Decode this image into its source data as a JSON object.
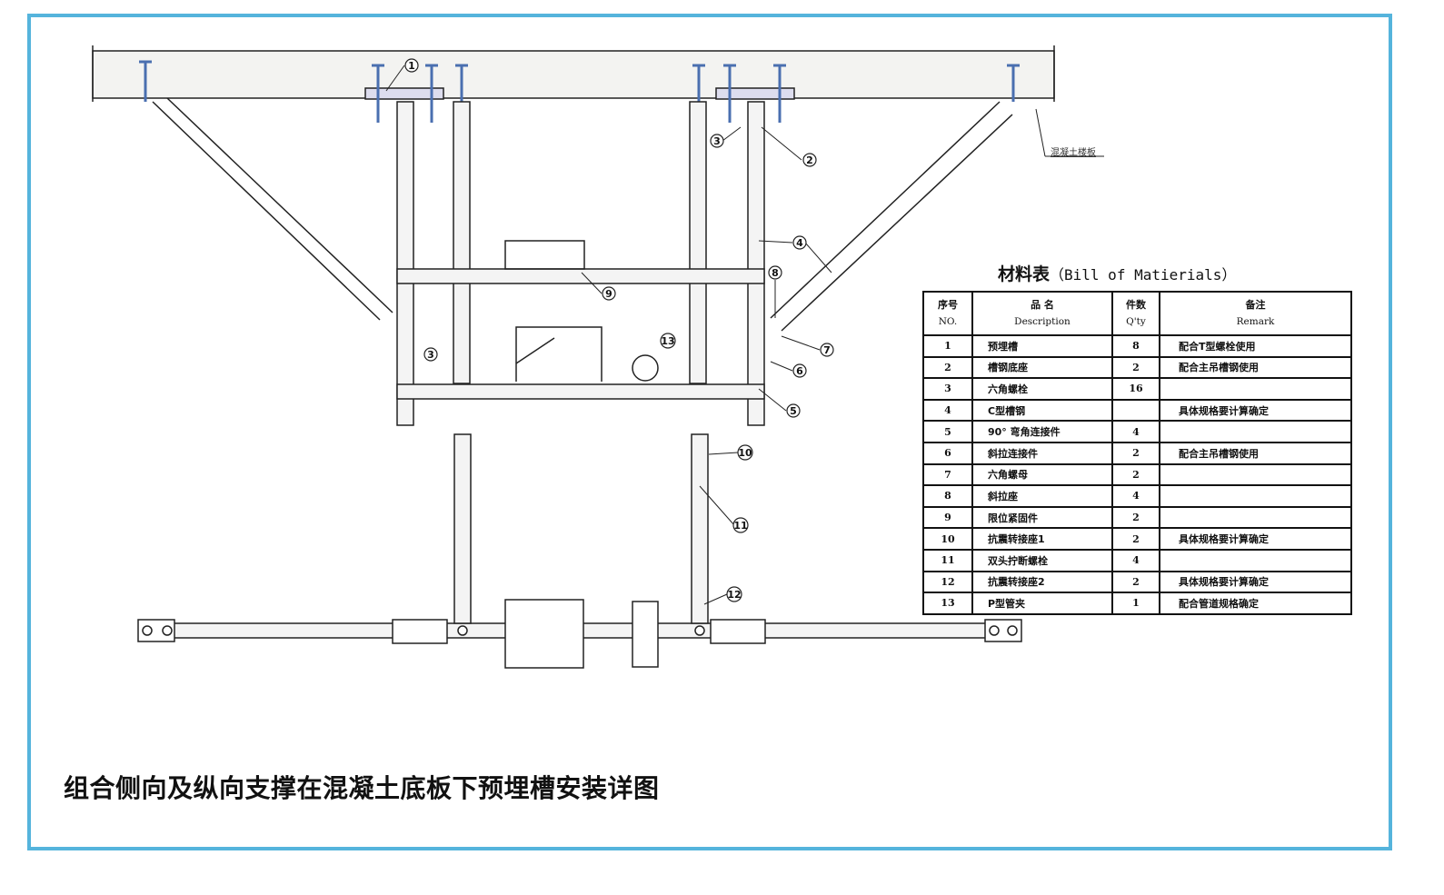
{
  "slab_label": "混凝土楼板",
  "callouts": [
    "1",
    "2",
    "3",
    "4",
    "5",
    "6",
    "7",
    "8",
    "9",
    "3",
    "13",
    "10",
    "11",
    "12"
  ],
  "bom": {
    "title_cn": "材料表",
    "title_en": "（Bill of Matierials）",
    "headers": {
      "no_cn": "序号",
      "no_en": "NO.",
      "desc_cn": "品 名",
      "desc_en": "Description",
      "qty_cn": "件数",
      "qty_en": "Q'ty",
      "remark_cn": "备注",
      "remark_en": "Remark"
    },
    "rows": [
      {
        "no": "1",
        "desc": "预埋槽",
        "qty": "8",
        "remark": "配合T型螺栓使用"
      },
      {
        "no": "2",
        "desc": "槽钢底座",
        "qty": "2",
        "remark": "配合主吊槽钢使用"
      },
      {
        "no": "3",
        "desc": "六角螺栓",
        "qty": "16",
        "remark": ""
      },
      {
        "no": "4",
        "desc": "C型槽钢",
        "qty": "",
        "remark": "具体规格要计算确定"
      },
      {
        "no": "5",
        "desc": "90° 弯角连接件",
        "qty": "4",
        "remark": ""
      },
      {
        "no": "6",
        "desc": "斜拉连接件",
        "qty": "2",
        "remark": "配合主吊槽钢使用"
      },
      {
        "no": "7",
        "desc": "六角螺母",
        "qty": "2",
        "remark": ""
      },
      {
        "no": "8",
        "desc": "斜拉座",
        "qty": "4",
        "remark": ""
      },
      {
        "no": "9",
        "desc": "限位紧固件",
        "qty": "2",
        "remark": ""
      },
      {
        "no": "10",
        "desc": "抗震转接座1",
        "qty": "2",
        "remark": "具体规格要计算确定"
      },
      {
        "no": "11",
        "desc": "双头拧断螺栓",
        "qty": "4",
        "remark": ""
      },
      {
        "no": "12",
        "desc": "抗震转接座2",
        "qty": "2",
        "remark": "具体规格要计算确定"
      },
      {
        "no": "13",
        "desc": "P型管夹",
        "qty": "1",
        "remark": "配合管道规格确定"
      }
    ]
  },
  "main_title": "组合侧向及纵向支撑在混凝土底板下预埋槽安装详图",
  "colors": {
    "frame": "#55b4dc",
    "line": "#222222",
    "bolt": "#4a6fb0"
  }
}
